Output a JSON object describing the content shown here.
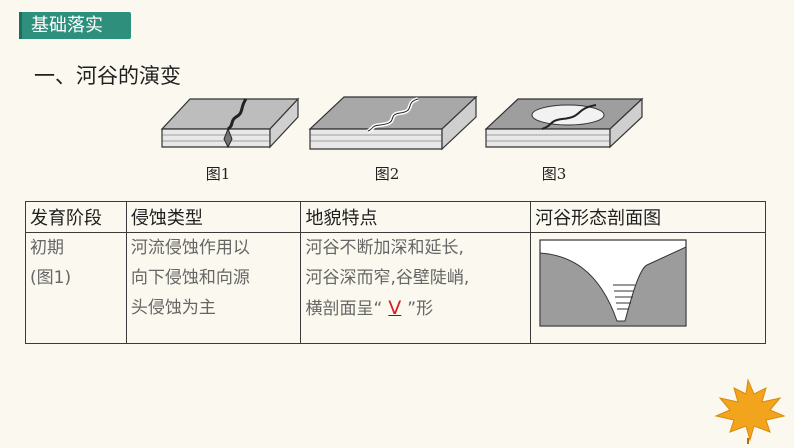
{
  "section_tag": "基础落实",
  "heading": "一、河谷的演变",
  "figures": [
    {
      "label": "图1"
    },
    {
      "label": "图2"
    },
    {
      "label": "图3"
    }
  ],
  "table": {
    "headers": [
      "发育阶段",
      "侵蚀类型",
      "地貌特点",
      "河谷形态剖面图"
    ],
    "row": {
      "stage_line1": "初期",
      "stage_line2": "(图1)",
      "erosion_lines": [
        "河流侵蚀作用以",
        "向下侵蚀和向源",
        "头侵蚀为主"
      ],
      "feature_line1": "河谷不断加深和延长,",
      "feature_line2": "河谷深而窄,谷壁陡峭,",
      "feature_line3_prefix": "横剖面呈“",
      "feature_answer": "V",
      "feature_line3_suffix": "”形"
    }
  },
  "colors": {
    "tag_bg": "#2f8f7d",
    "answer": "#d42020",
    "leaf": "#f2a41c"
  }
}
